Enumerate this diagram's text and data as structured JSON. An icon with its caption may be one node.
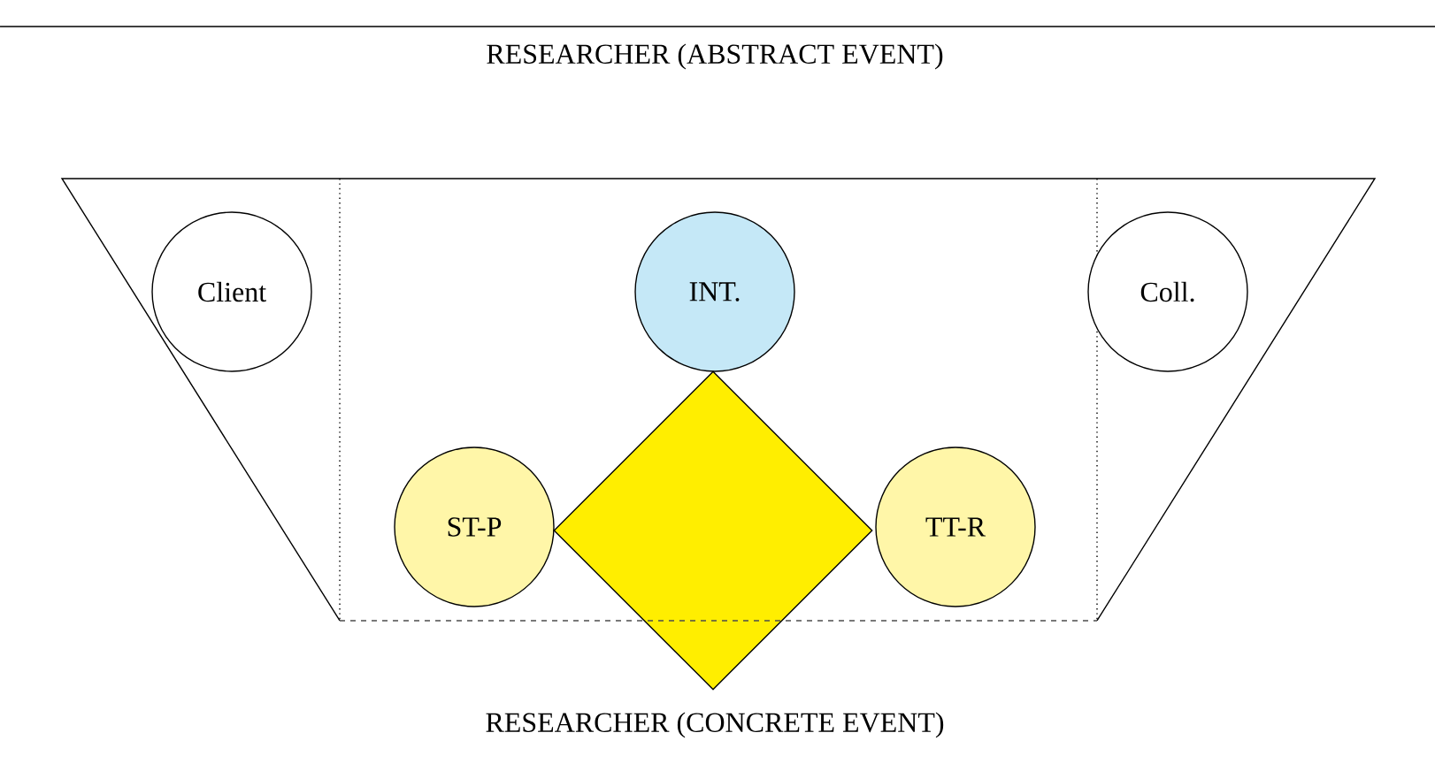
{
  "diagram": {
    "nodes": [
      {
        "text": [
          "Client"
        ]
      },
      {
        "text": [
          "INT."
        ]
      },
      {
        "text": [
          "Coll."
        ]
      },
      {
        "text": [
          "ST-P"
        ]
      },
      {
        "text": [],
        "shape": "diamond"
      },
      {
        "text": [
          "TT-R"
        ]
      }
    ],
    "labels": [
      "RESEARCHER (ABSTRACT EVENT)",
      "RESEARCHER (CONCRETE EVENT)"
    ]
  }
}
